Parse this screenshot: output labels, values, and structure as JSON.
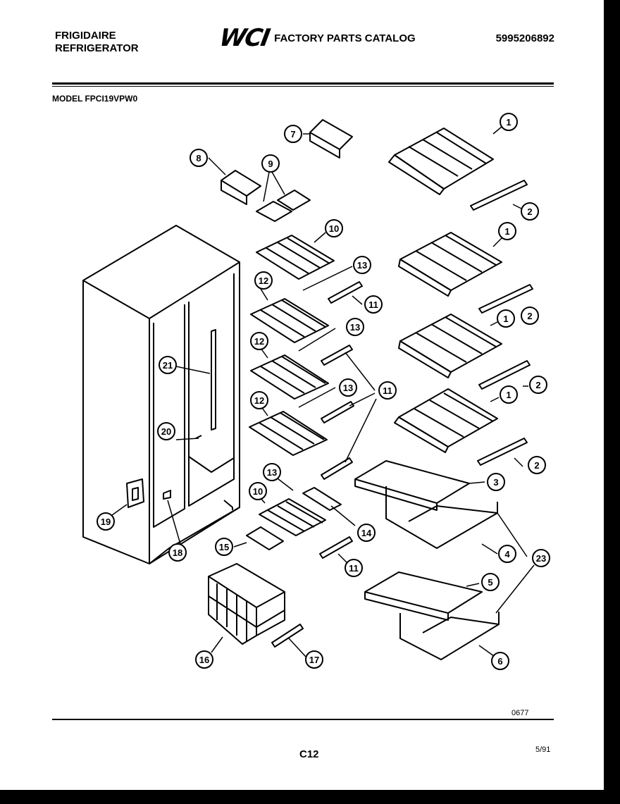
{
  "header": {
    "brand": "FRIGIDAIRE",
    "product": "REFRIGERATOR",
    "logo_text": "WCI",
    "catalog_title": "FACTORY PARTS CATALOG",
    "catalog_number": "5995206892"
  },
  "model_label": "MODEL FPCI19VPW0",
  "footer": {
    "drawing_code": "0677",
    "page_code": "C12",
    "date": "5/91"
  },
  "callouts": [
    "1",
    "1",
    "1",
    "1",
    "2",
    "2",
    "2",
    "2",
    "3",
    "4",
    "5",
    "6",
    "7",
    "8",
    "9",
    "10",
    "10",
    "11",
    "11",
    "11",
    "12",
    "12",
    "12",
    "13",
    "13",
    "13",
    "13",
    "14",
    "15",
    "16",
    "17",
    "18",
    "19",
    "20",
    "21",
    "23"
  ]
}
